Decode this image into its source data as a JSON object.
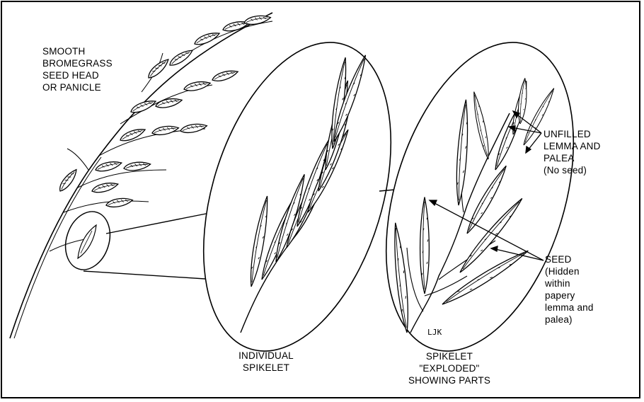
{
  "labels": {
    "seed_head": [
      "SMOOTH",
      "BROMEGRASS",
      "SEED HEAD",
      "OR PANICLE"
    ],
    "individual_spikelet": [
      "INDIVIDUAL",
      "SPIKELET"
    ],
    "exploded_spikelet": [
      "SPIKELET",
      "\"EXPLODED\"",
      "SHOWING PARTS"
    ],
    "unfilled": [
      "UNFILLED",
      "LEMMA AND",
      "PALEA",
      "(No seed)"
    ],
    "seed": [
      "SEED",
      "(Hidden",
      "within",
      "papery",
      "lemma and",
      "palea)"
    ],
    "signature": "LJK"
  },
  "colors": {
    "ink": "#000000",
    "background": "#ffffff"
  }
}
